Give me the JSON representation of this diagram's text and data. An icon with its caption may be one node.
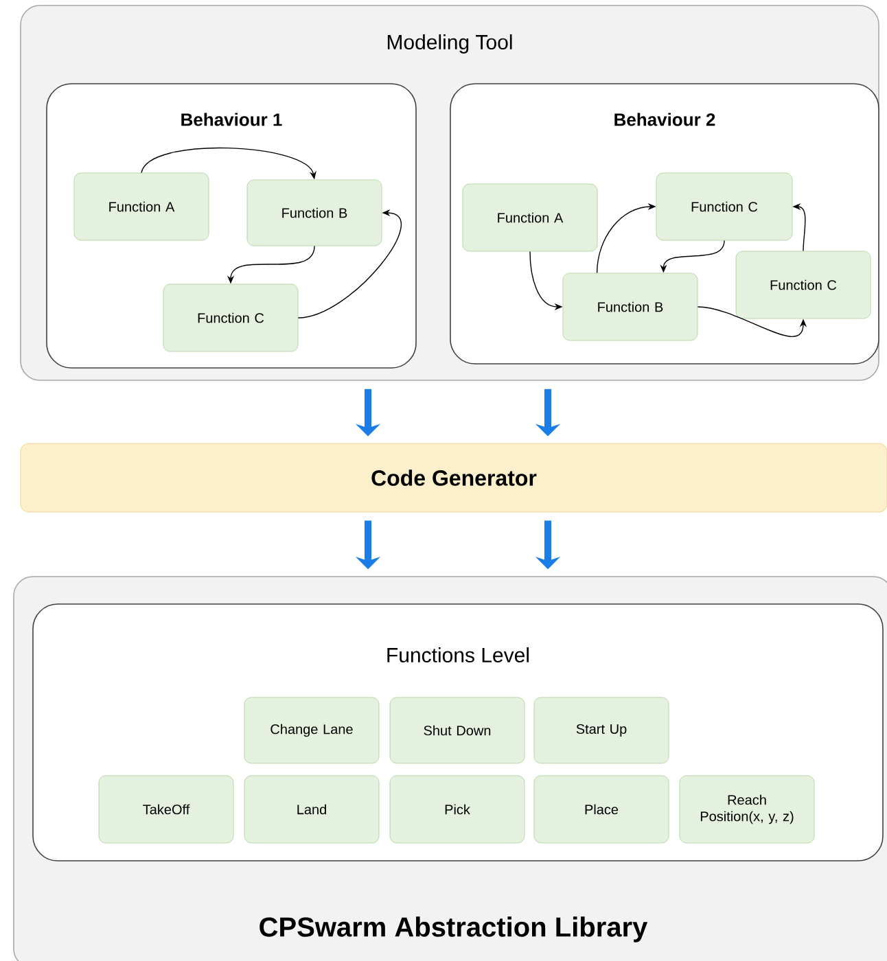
{
  "diagram": {
    "nodes": [
      {
        "text": [
          "Modeling Tool"
        ]
      },
      {
        "text": [
          "Behaviour 1"
        ],
        "in": 0
      },
      {
        "text": [
          "Function A"
        ],
        "in": 1
      },
      {
        "text": [
          "Function B"
        ],
        "in": 1
      },
      {
        "text": [
          "Function C"
        ],
        "in": 1
      },
      {
        "text": [
          "Behaviour 2"
        ],
        "in": 0
      },
      {
        "text": [
          "Function A"
        ],
        "in": 5
      },
      {
        "text": [
          "Function C"
        ],
        "in": 5
      },
      {
        "text": [
          "Function B"
        ],
        "in": 5
      },
      {
        "text": [
          "Function C"
        ],
        "in": 5
      },
      {
        "text": [
          "Code Generator"
        ]
      },
      {
        "text": [
          "CPSwarm Abstraction Library"
        ]
      },
      {
        "text": [
          "Functions Level"
        ],
        "in": 11
      },
      {
        "text": [
          "Change Lane"
        ],
        "in": 12
      },
      {
        "text": [
          "Shut Down"
        ],
        "in": 12
      },
      {
        "text": [
          "Start Up"
        ],
        "in": 12
      },
      {
        "text": [
          "TakeOff"
        ],
        "in": 12
      },
      {
        "text": [
          "Land"
        ],
        "in": 12
      },
      {
        "text": [
          "Pick"
        ],
        "in": 12
      },
      {
        "text": [
          "Place"
        ],
        "in": 12
      },
      {
        "text": [
          "Reach Position(x, y, z)"
        ],
        "in": 12
      }
    ],
    "edges": [
      {
        "from": 2,
        "to": 3,
        "arrow": "to"
      },
      {
        "from": 3,
        "to": 4,
        "arrow": "to"
      },
      {
        "from": 4,
        "to": 3,
        "arrow": "to"
      },
      {
        "from": 6,
        "to": 8,
        "arrow": "to"
      },
      {
        "from": 8,
        "to": 7,
        "arrow": "to"
      },
      {
        "from": 7,
        "to": 8,
        "arrow": "to"
      },
      {
        "from": 8,
        "to": 9,
        "arrow": "to"
      },
      {
        "from": 9,
        "to": 7,
        "arrow": "to"
      },
      {
        "from": 0,
        "to": 10,
        "arrow": "to",
        "style": "thick",
        "color": "#1a7ee6"
      },
      {
        "from": 0,
        "to": 10,
        "arrow": "to",
        "style": "thick",
        "color": "#1a7ee6"
      },
      {
        "from": 10,
        "to": 11,
        "arrow": "to",
        "style": "thick",
        "color": "#1a7ee6"
      },
      {
        "from": 10,
        "to": 11,
        "arrow": "to",
        "style": "thick",
        "color": "#1a7ee6"
      }
    ]
  }
}
